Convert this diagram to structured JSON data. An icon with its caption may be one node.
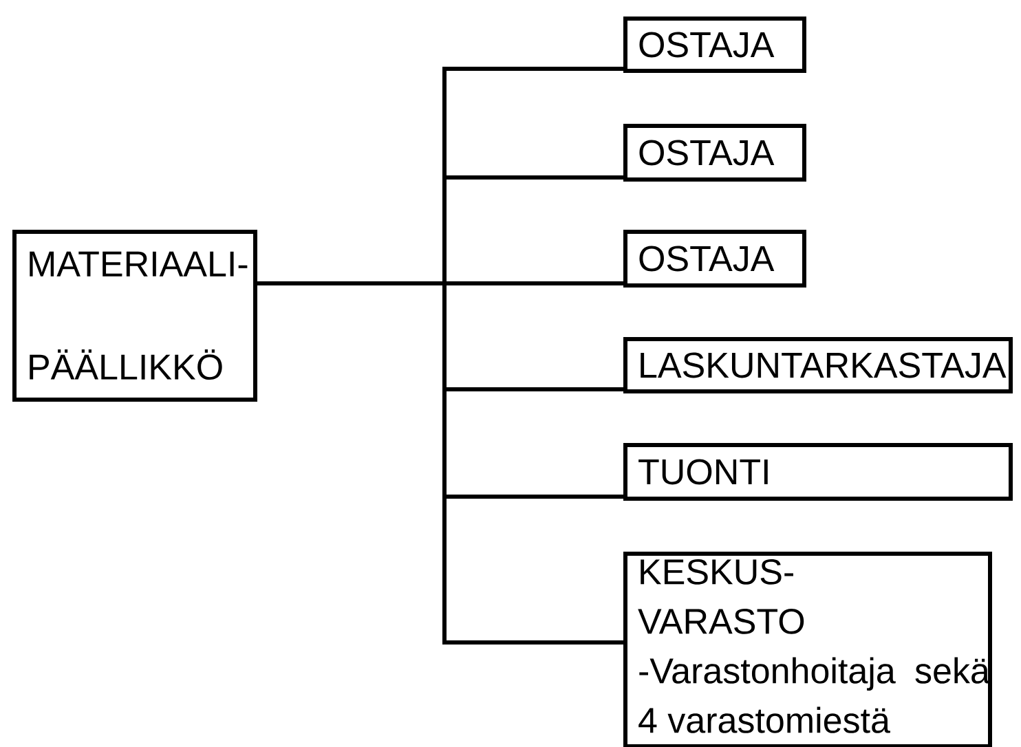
{
  "diagram": {
    "nodes": [
      {
        "text": [
          "MATERIAALI- PÄÄLLIKKÖ"
        ]
      },
      {
        "text": [
          "OSTAJA"
        ]
      },
      {
        "text": [
          "OSTAJA"
        ]
      },
      {
        "text": [
          "OSTAJA"
        ]
      },
      {
        "text": [
          "LASKUNTARKASTAJA"
        ]
      },
      {
        "text": [
          "TUONTI"
        ]
      },
      {
        "text": [
          "KESKUS- VARASTO",
          "-Varastonhoitaja sekä 4 varastomiestä"
        ]
      }
    ],
    "edges": [
      {
        "from": 0,
        "to": 1,
        "arrow": "none"
      },
      {
        "from": 0,
        "to": 2,
        "arrow": "none"
      },
      {
        "from": 0,
        "to": 3,
        "arrow": "none"
      },
      {
        "from": 0,
        "to": 4,
        "arrow": "none"
      },
      {
        "from": 0,
        "to": 5,
        "arrow": "none"
      },
      {
        "from": 0,
        "to": 6,
        "arrow": "none"
      }
    ]
  }
}
